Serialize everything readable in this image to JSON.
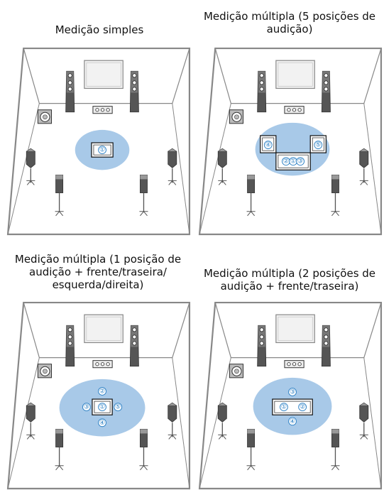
{
  "panels": [
    {
      "title_lines": [
        "Medição simples"
      ],
      "markers": [
        "①"
      ]
    },
    {
      "title_lines": [
        "Medição múltipla (5 posições de",
        "audição)"
      ],
      "markers": [
        "②",
        "①",
        "③",
        "④",
        "⑤"
      ]
    },
    {
      "title_lines": [
        "Medição múltipla (1 posição de",
        "audição + frente/traseira/",
        "esquerda/direita)"
      ],
      "markers": [
        "②",
        "③",
        "①",
        "⑤",
        "④"
      ]
    },
    {
      "title_lines": [
        "Medição múltipla (2 posições de",
        "audição + frente/traseira)"
      ],
      "markers": [
        "③",
        "①",
        "②",
        "④"
      ]
    }
  ],
  "colors": {
    "zone": "#a8c9e8",
    "marker": "#2a7fc4",
    "line": "#888888",
    "speaker": "#555555"
  }
}
